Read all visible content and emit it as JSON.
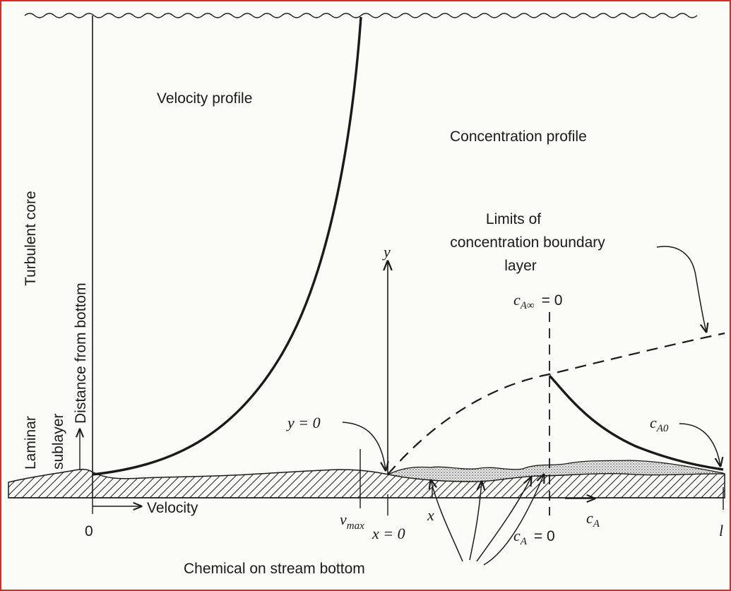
{
  "labels": {
    "velocity_profile": "Velocity profile",
    "concentration_profile": "Concentration profile",
    "turbulent_core": "Turbulent core",
    "distance_from_bottom": "Distance from bottom",
    "laminar": "Laminar",
    "sublayer": "sublayer",
    "limits_line1": "Limits of",
    "limits_line2": "concentration boundary",
    "limits_line3": "layer",
    "velocity": "Velocity",
    "zero": "0",
    "chemical": "Chemical on stream bottom",
    "y_axis": "y",
    "y_zero": "y = 0",
    "x_axis": "x",
    "x_zero": "x = 0",
    "l_mark": "l",
    "v_max_main": "v",
    "v_max_sub": "max",
    "c_inf_main": "c",
    "c_inf_sub": "A∞",
    "c_inf_eq": "= 0",
    "c0_main": "c",
    "c0_sub": "A0",
    "ca_axis_main": "c",
    "ca_axis_sub": "A",
    "ca_zero_main": "c",
    "ca_zero_sub": "A",
    "ca_zero_eq": "= 0"
  },
  "colors": {
    "frame": "#e0252b",
    "ink": "#1a1a1a"
  }
}
